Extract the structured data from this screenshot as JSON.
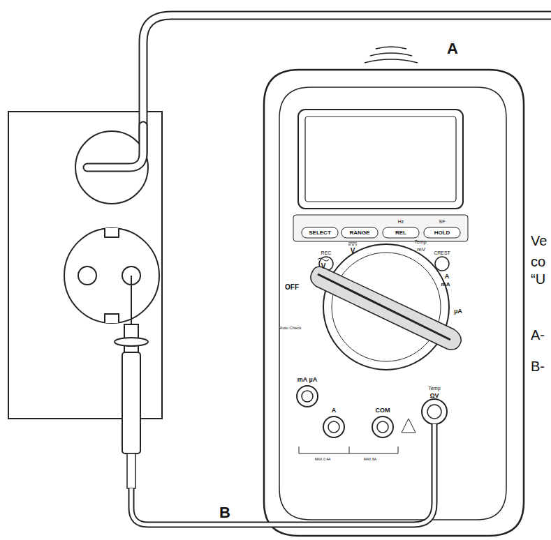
{
  "diagram": {
    "labels": [
      "A",
      "B",
      "SELECT",
      "RANGE",
      "REL",
      "HOLD",
      "Hz",
      "SF",
      "REC",
      "CREST",
      "OFF",
      "V",
      "V",
      "Temp",
      "mV",
      "A",
      "mA",
      "µA",
      "Auto Check",
      "mA µA",
      "A",
      "COM",
      "Temp",
      "ΩV",
      "MAX 0.4A",
      "MAX 8A",
      "Ve",
      "co",
      "“U",
      "A-",
      "B-"
    ]
  }
}
